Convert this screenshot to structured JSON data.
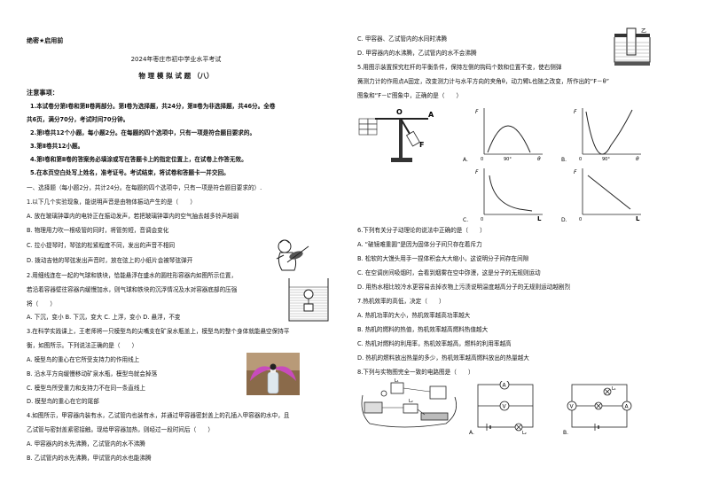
{
  "header": {
    "secret": "绝密★启用前",
    "exam_title": "2024年枣庄市初中学业水平考试",
    "subject_title": "物 理 模 拟 试 题 （八）"
  },
  "notes": {
    "heading": "注意事项：",
    "items": [
      "1.本试卷分第Ⅰ卷和第Ⅱ卷两部分。第Ⅰ卷为选择题，共24分，第Ⅱ卷为非选择题，共46分。全卷",
      "共6页，满分70分，考试时间70分钟。",
      "2.第Ⅰ卷共12个小题，每小题2分。在每题的四个选项中，只有一项是符合题目要求的。",
      "3.第Ⅱ卷共12小题。",
      "4.第Ⅰ卷和第Ⅱ卷的答案务必填涂或写在答题卡上的指定位置上，在试卷上作答无效。",
      "5.在本页空白处写上姓名，准考证号。考试结束，将试卷和答题卡一并交回。"
    ]
  },
  "section1": "一、选择题（每小题2分，共计24分。在每题的四个选项中，只有一项是符合题目要求的）.",
  "q1": {
    "stem": "1.以下几个实验现象，能说明声音是由物体振动产生的是（　　）",
    "A": "A. 放在玻璃钟罩内的电铃正在振动发声，若把玻璃钟罩内的空气抽去越多铃声越弱",
    "B": "B. 物理用力吹一根吸管的同时，将管剪短，音调会变化",
    "C": "C. 拉小提琴时，琴弦的松紧程度不同，发出的声音不相同",
    "D": "D. 拨动吉他的琴弦发出声音时，放在弦上的小纸片会被琴弦弹开"
  },
  "q2": {
    "stem1": "2.用细线连在一起的气球和铁块，恰能悬浮在盛水的圆柱形容器内如图所示位置，",
    "stem2": "若沿着容器壁往容器内缓慢加水，则气球和铁块的沉浮情况及水对容器底部的压强",
    "stem3": "将（　　）",
    "options": "A. 下沉，变小 B. 下沉，变大 C. 上浮，变小 D. 悬浮，不变"
  },
  "q3": {
    "stem1": "3.在科学实践课上，王老师将一只模型鸟的尖嘴支在矿泉水瓶盖上，模型鸟的整个身体就能悬空保持平",
    "stem2": "衡，如图所示。下列说法正确的是（　　）",
    "A": "A. 模型鸟的重心在它所受支持力的作用线上",
    "B": "B. 沿水平方向缓慢移动矿泉水瓶，模型鸟就会掉落",
    "C": "C. 模型鸟所受重力和支持力不在同一条直线上",
    "D": "D. 模型鸟的重心在它的尾部"
  },
  "q4": {
    "stem1": "4.如图所示，甲容器内装有水，乙试管内也装有水，并通过甲容器密封盖上的孔插入甲容器的水中，且",
    "stem2": "乙试管与密封盖紧密接触。现给甲容器加热，则经过一段时间后（　　）",
    "A": "A. 甲容器内的水先沸腾，乙试管内的水不沸腾",
    "B": "B. 乙试管内的水先沸腾，甲试管内的水也能沸腾",
    "C": "C. 甲容器、乙试管内的水同时沸腾",
    "D": "D. 甲容器内的水沸腾，乙试管内的水不会沸腾",
    "fig_label": "乙"
  },
  "q5": {
    "stem1": "5.用图示装置探究杠杆的平衡条件，保持左侧的钩码个数和位置不变，使右侧弹",
    "stem2": "簧测力计的作用点A固定，改变测力计与水平方向的夹角θ，动力臂L也随之改变，所作出的“F－θ”",
    "stem3": "图象和“F－L”图象中，正确的是（　　）",
    "labels": [
      "A.",
      "B.",
      "C.",
      "D."
    ],
    "axis_F": "F",
    "axis_theta": "θ",
    "axis_L": "L",
    "origin": "0",
    "tick_90": "90°",
    "fig_O": "O",
    "fig_A": "A",
    "fig_F": "F"
  },
  "q6": {
    "stem": "6.下列有关分子动理论的说法中正确的是（　　）",
    "A": "A. “破镜难重圆”是因为固体分子间只存在着斥力",
    "B": "B. 松软的大馒头用手一捏体积会大大缩小，这说明分子间存在间隙",
    "C": "C. 在空调房间吸烟时，会看到烟雾在空中弥漫，这是分子的无规则运动",
    "D": "D. 用热水相比较冷水更容易去掉衣物上污渍说明温度越高分子的无规则运动越剧烈"
  },
  "q7": {
    "stem": "7.热机效率的高低，决定（　　）",
    "A": "A. 热机功率的大小，热机效率越高功率越大",
    "B": "B. 热机的燃料的热值，热机效率越高燃料热值越大",
    "C": "C. 热机对燃料的利用率，热机效率越高，燃料的利用率越高",
    "D": "D. 热机的燃料放出热量的多少，热机效率越高燃料放出的热量越大"
  },
  "q8": {
    "stem": "8.下列与实物图完全一致的电路图是（　　）",
    "A": "A.",
    "B": "B.",
    "L1": "L₁",
    "L2": "L₂",
    "meterA": "A",
    "meterV": "V"
  }
}
